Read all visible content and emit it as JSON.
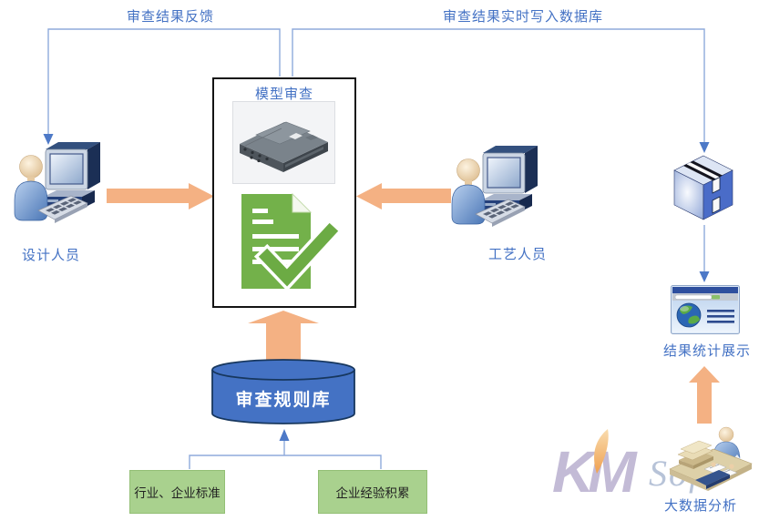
{
  "labels": {
    "feedback": "审查结果反馈",
    "write_db": "审查结果实时写入数据库",
    "model_review": "模型审查",
    "designer": "设计人员",
    "process_engineer": "工艺人员",
    "rule_base": "审查规则库",
    "industry_standards": "行业、企业标准",
    "enterprise_experience": "企业经验积累",
    "stats_display": "结果统计展示",
    "big_data": "大数据分析"
  },
  "watermark": {
    "km": "KM",
    "soft": "Soft"
  },
  "colors": {
    "label_blue": "#4472C4",
    "connector_blue": "#8FAADC",
    "arrowhead_blue": "#4d79c7",
    "arrow_orange": "#F4B183",
    "cylinder_fill": "#4472C4",
    "cylinder_stroke": "#17375E",
    "green_box_fill": "#A9D18E",
    "doc_green": "#73B14A",
    "model_box_border": "#141414"
  }
}
